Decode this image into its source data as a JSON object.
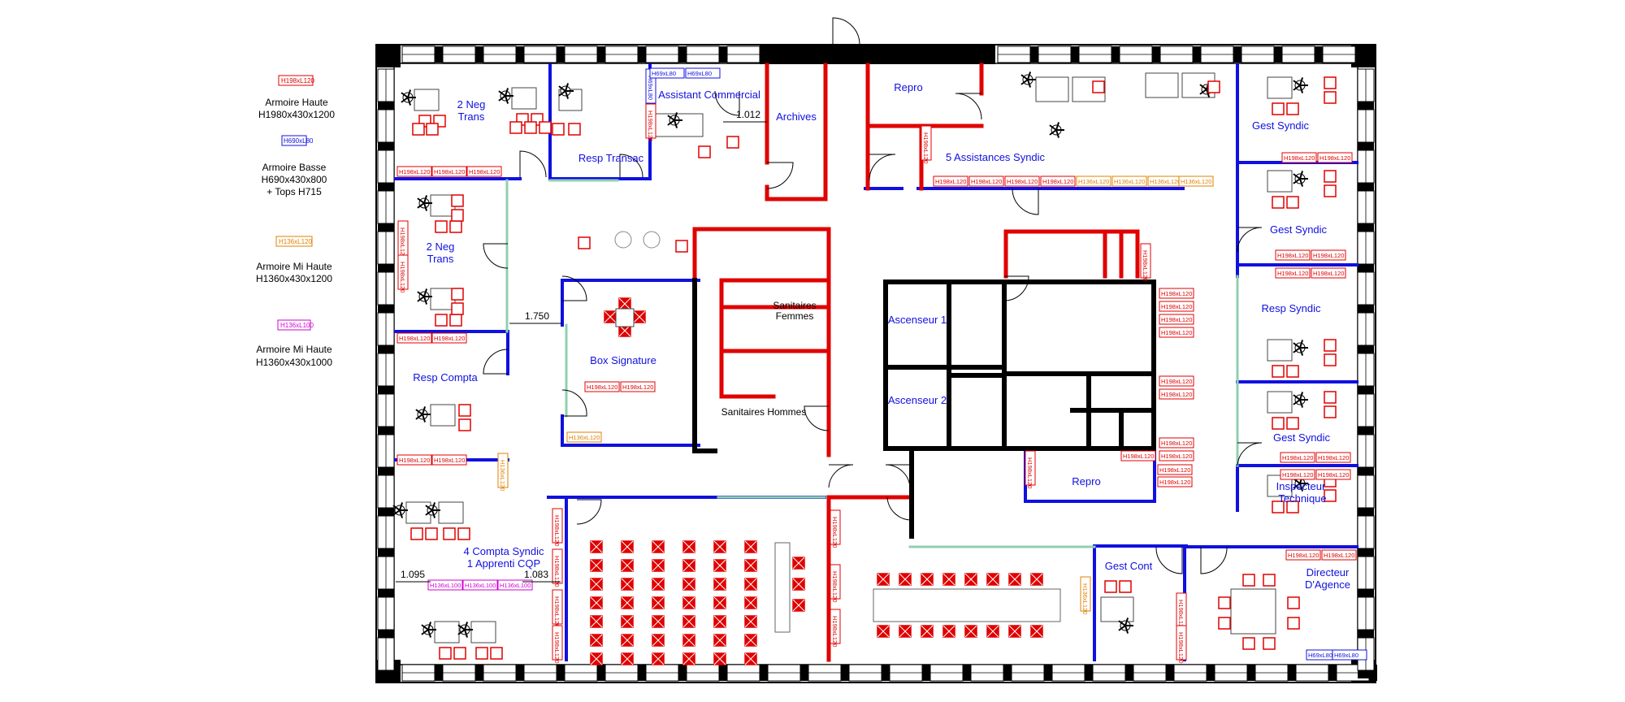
{
  "legend": [
    {
      "tag": "H198xL120",
      "tag_color": "#e00000",
      "lines": [
        "Armoire Haute",
        "H1980x430x1200"
      ]
    },
    {
      "tag": "H690xL80",
      "tag_color": "#1010e0",
      "lines": [
        "Armoire Basse",
        "H690x430x800",
        "+ Tops H715"
      ]
    },
    {
      "tag": "H136xL120",
      "tag_color": "#e08000",
      "lines": [
        "Armoire Mi Haute",
        "H1360x430x1200"
      ]
    },
    {
      "tag": "H136xL100",
      "tag_color": "#d000d0",
      "lines": [
        "Armoire Mi Haute",
        "H1360x430x1000"
      ]
    }
  ],
  "rooms": {
    "neg_trans_top": [
      "2 Neg",
      "Trans"
    ],
    "resp_transac": "Resp Transac",
    "assistant_commercial": "Assistant Commercial",
    "archives": "Archives",
    "repro_top": "Repro",
    "assistances_syndic": "5 Assistances Syndic",
    "gest_syndic_1": "Gest Syndic",
    "gest_syndic_2": "Gest Syndic",
    "resp_syndic": "Resp Syndic",
    "gest_syndic_3": "Gest Syndic",
    "inspecteur": [
      "Inspecteur",
      "Technique"
    ],
    "neg_trans_mid": [
      "2 Neg",
      "Trans"
    ],
    "sanitaires_femmes": [
      "Sanitaires",
      "Femmes"
    ],
    "box_signature": "Box Signature",
    "sanitaires_hommes": "Sanitaires Hommes",
    "ascenseur_1": "Ascenseur 1",
    "ascenseur_2": "Ascenseur 2",
    "resp_compta": "Resp Compta",
    "repro_mid": "Repro",
    "compta_syndic": [
      "4 Compta Syndic",
      "1 Apprenti CQP"
    ],
    "gest_cont": "Gest Cont",
    "directeur": [
      "Directeur",
      "D'Agence"
    ]
  },
  "dimensions": {
    "d1012": "1.012",
    "d1750": "1.750",
    "d1095": "1.095",
    "d1083": "1.083"
  },
  "tags": {
    "red": "H198xL120",
    "orange": "H136xL120",
    "magenta": "H136xL100",
    "blue": "H69xL80"
  },
  "colors": {
    "wall": "#000000",
    "partition_blue": "#1010e0",
    "partition_red": "#e00000",
    "glass": "#8fd0b0",
    "label_blue": "#1010e0"
  }
}
